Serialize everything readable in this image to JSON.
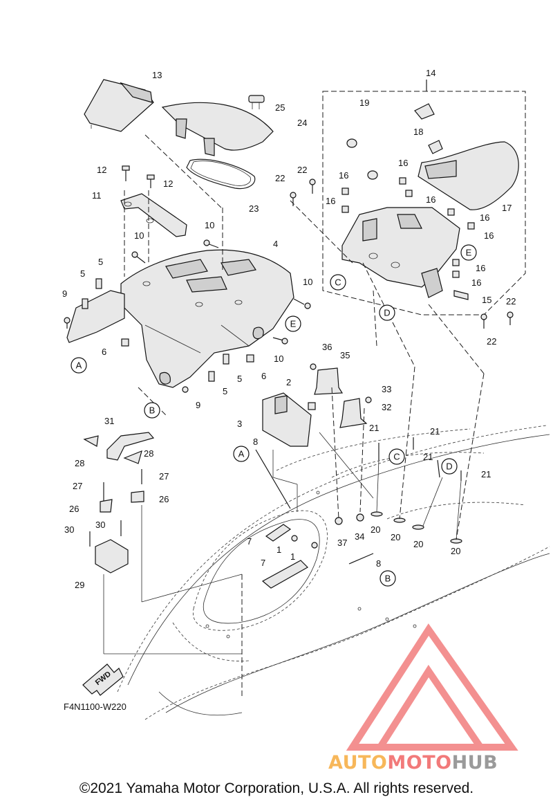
{
  "diagram": {
    "code": "F4N1100-W220",
    "direction_label": "FWD",
    "callouts": [
      "1",
      "2",
      "3",
      "4",
      "5",
      "6",
      "7",
      "8",
      "9",
      "10",
      "11",
      "12",
      "13",
      "14",
      "15",
      "16",
      "17",
      "18",
      "19",
      "20",
      "21",
      "22",
      "23",
      "24",
      "25",
      "26",
      "27",
      "28",
      "29",
      "30",
      "31",
      "32",
      "33",
      "34",
      "35",
      "36",
      "37"
    ],
    "reference_marks": [
      "A",
      "B",
      "C",
      "D",
      "E"
    ]
  },
  "footer": {
    "copyright": "©2021 Yamaha Motor Corporation, U.S.A. All rights reserved."
  },
  "watermark": {
    "part1": "AUTO",
    "part2": "MOTO",
    "part3": "HUB",
    "colors": {
      "auto": "#f7b75a",
      "moto": "#f27a7a",
      "hub": "#9a9a9a",
      "logo": "#f06b6b"
    }
  }
}
